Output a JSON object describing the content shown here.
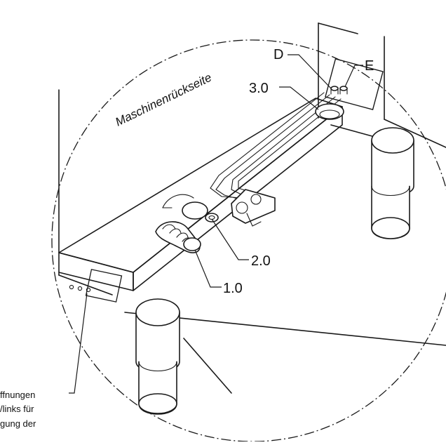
{
  "diagram": {
    "area_label": "Maschinenrückseite",
    "callouts": {
      "d": "D",
      "e": "E",
      "c30": "3.0",
      "c20": "2.0",
      "c10": "1.0"
    },
    "side_note": {
      "line1": "ffnungen",
      "line2": "/links für",
      "line3": "gung der"
    }
  }
}
